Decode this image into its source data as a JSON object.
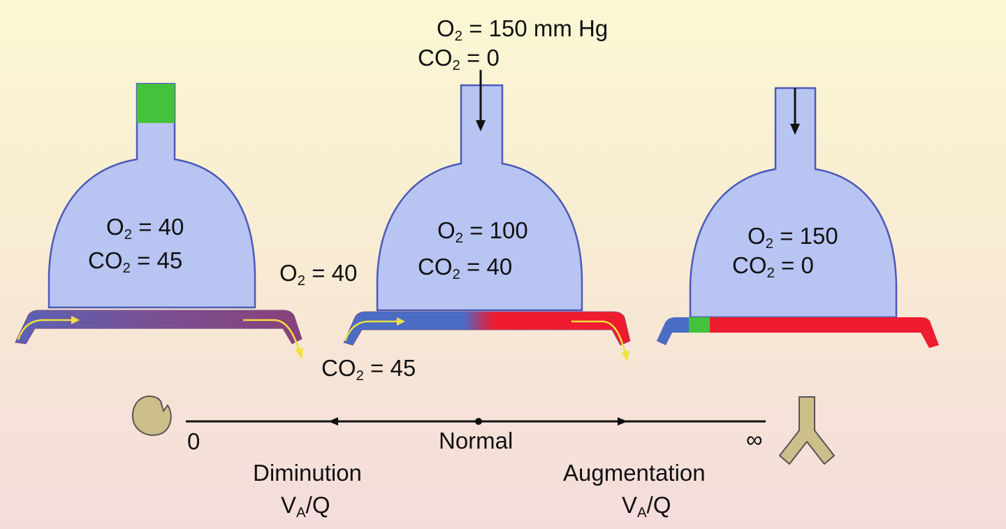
{
  "colors": {
    "alveolus_fill": "#b8c4f2",
    "alveolus_stroke": "#4a5ab8",
    "venous_blue": "#4a6cc4",
    "arterial_red": "#ee1c2e",
    "mixed_purple": "#7e4a88",
    "airway_block_green": "#44c23c",
    "flow_arrow_yellow": "#f0e040",
    "icon_tan": "#cdbf8a"
  },
  "inspired_gas": {
    "o2_label": "O2 = 150 mm Hg",
    "co2_label": "CO2 = 0"
  },
  "units": [
    {
      "o2_label": "O2 = 40",
      "co2_label": "CO2 = 45"
    },
    {
      "o2_label": "O2 = 100",
      "co2_label": "CO2 = 40"
    },
    {
      "o2_label": "O2 = 150",
      "co2_label": "CO2 = 0"
    }
  ],
  "mixed_venous": {
    "o2_label": "O2 = 40",
    "co2_label": "CO2 = 45"
  },
  "scale": {
    "left_end": "0",
    "center": "Normal",
    "right_end": "∞",
    "left_caption_line1": "Diminution",
    "left_caption_line2": "VA/Q",
    "right_caption_line1": "Augmentation",
    "right_caption_line2": "VA/Q"
  },
  "icons": {
    "left": "obstructed-airway-icon",
    "right": "bronchus-y-icon"
  }
}
